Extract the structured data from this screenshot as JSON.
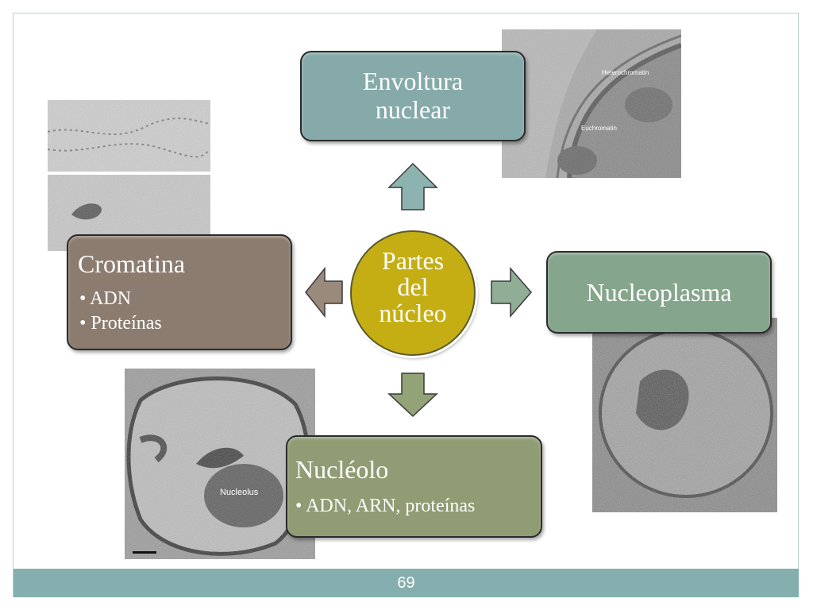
{
  "center": {
    "label": "Partes\ndel\nnúcleo",
    "color": "#c4ae14"
  },
  "nodes": {
    "envoltura": {
      "title": "Envoltura\nnuclear",
      "color": "#85aaa9"
    },
    "nucleoplasma": {
      "title": "Nucleoplasma",
      "color": "#85a58c"
    },
    "nucleolo": {
      "title": "Nucléolo",
      "items": [
        "ADN, ARN, proteínas"
      ],
      "color": "#8f9c74"
    },
    "cromatina": {
      "title": "Cromatina",
      "items": [
        "ADN",
        "Proteínas"
      ],
      "color": "#8c7c70"
    }
  },
  "micrographs": {
    "envoltura": {
      "labels": [
        "Heterochromatin",
        "Euchromatin"
      ]
    },
    "nucleolo": {
      "labels": [
        "Nucleolus"
      ]
    }
  },
  "footer": {
    "page_number": "69",
    "color": "#85aeae"
  }
}
